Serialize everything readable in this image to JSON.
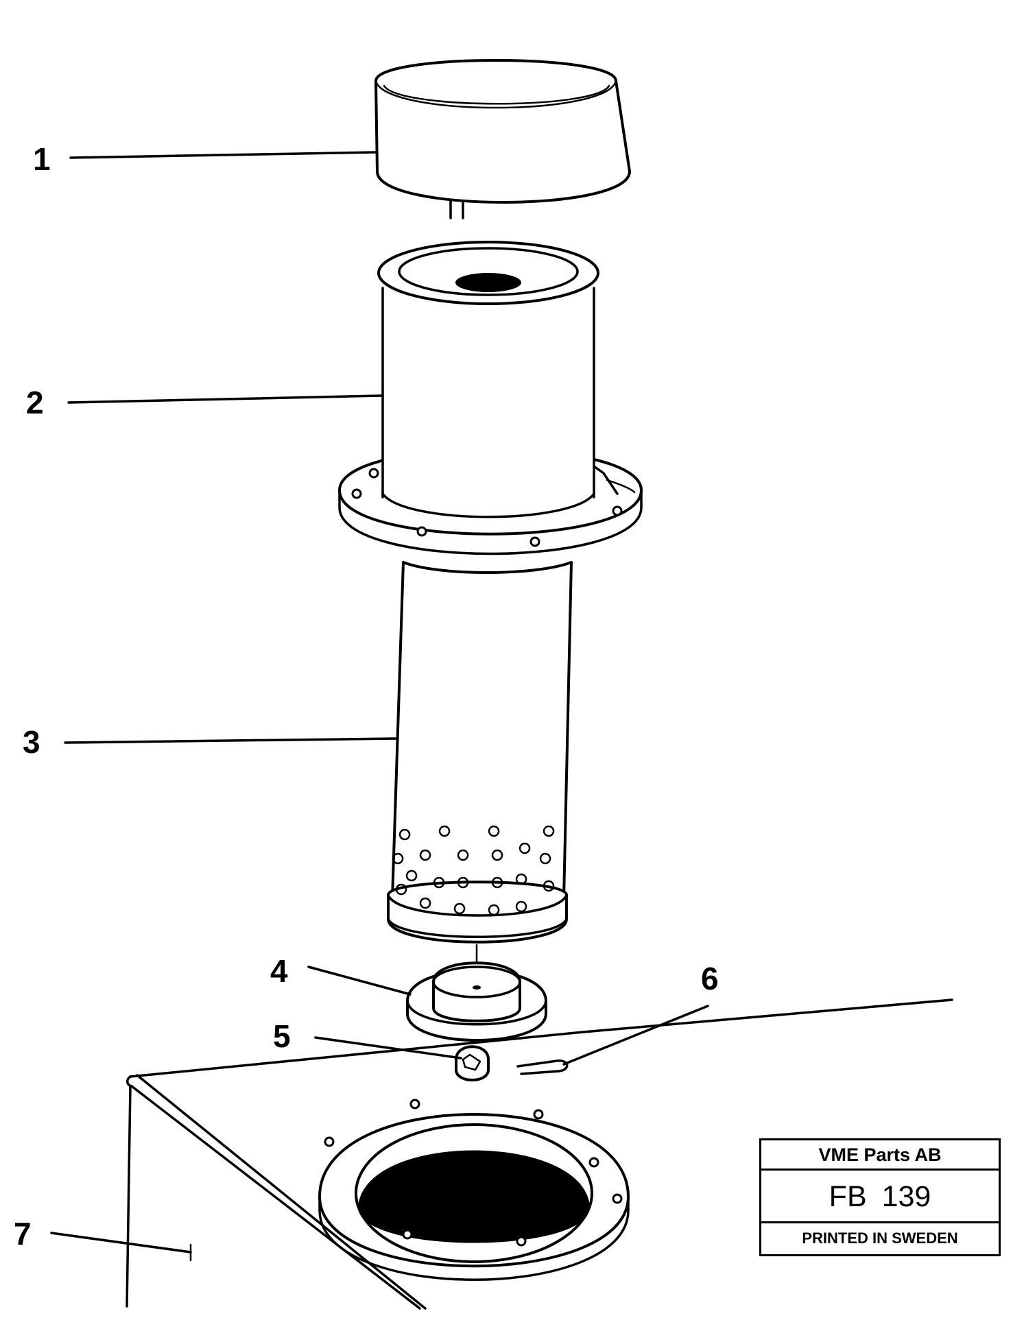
{
  "callouts": {
    "c1": "1",
    "c2": "2",
    "c3": "3",
    "c4": "4",
    "c5": "5",
    "c6": "6",
    "c7": "7"
  },
  "stamp": {
    "company": "VME Parts AB",
    "code": "FB 139",
    "printed": "PRINTED IN SWEDEN"
  }
}
